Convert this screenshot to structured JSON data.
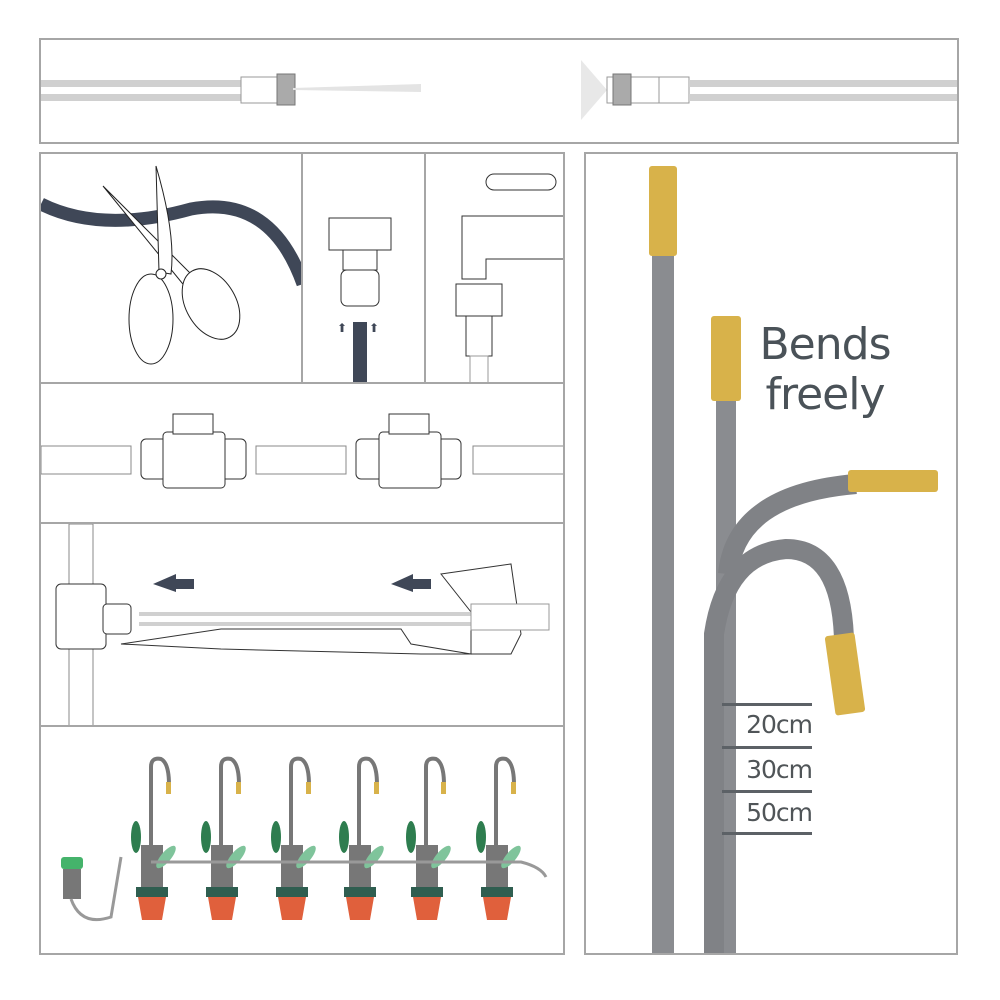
{
  "panels": {
    "top_banner": {
      "description": "hose with connector, end-to-end coupling"
    },
    "step_cut": {
      "description": "scissors cutting hose"
    },
    "step_insert": {
      "description": "hose pushed into adapter",
      "arrows": 2
    },
    "step_faucet": {
      "description": "adapter attaches to faucet"
    },
    "step_tee": {
      "description": "tee connectors join hose segments"
    },
    "step_stake": {
      "description": "stake with nozzle connects to tee"
    },
    "step_plants": {
      "description": "drip line with six potted plants",
      "plant_count": 6
    }
  },
  "feature": {
    "headline_line1": "Bends",
    "headline_line2": "freely",
    "lengths": [
      "20cm",
      "30cm",
      "50cm"
    ]
  },
  "colors": {
    "border": "#a6a6a6",
    "hose_dark": "#3f4757",
    "hose_gray": "#8a8c90",
    "brass": "#d8b24a",
    "text": "#4a5258",
    "leaf": "#2e7d4f",
    "pot": "#e0603c",
    "pot_rim": "#2f5e50"
  }
}
